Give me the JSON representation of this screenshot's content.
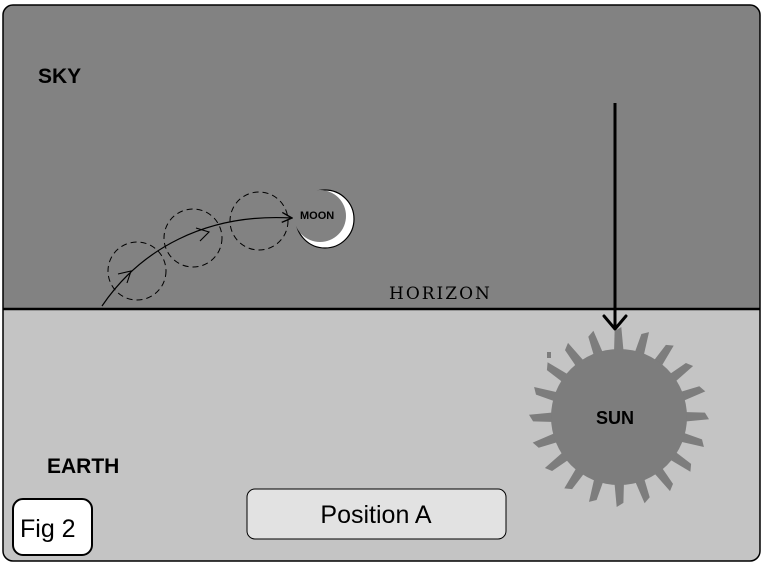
{
  "labels": {
    "sky": "SKY",
    "earth": "EARTH",
    "horizon": "HORIZON",
    "moon": "MOON",
    "sun": "SUN",
    "figure": "Fig 2",
    "position": "Position A"
  },
  "colors": {
    "sky": "#828282",
    "earth": "#c4c4c4",
    "sun": "#7d7d7d",
    "moon_crescent": "#ffffff",
    "moon_disk": "#828282",
    "position_box": "#e2e2e2",
    "figure_box": "#ffffff"
  }
}
